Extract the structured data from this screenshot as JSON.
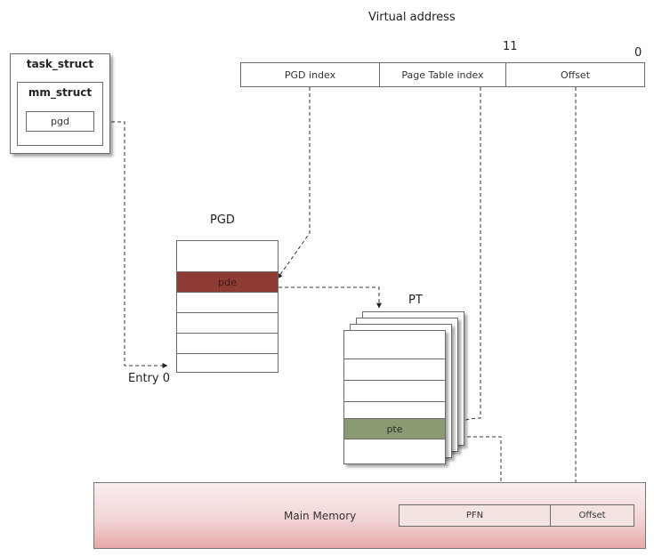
{
  "virtual_address": {
    "title": "Virtual address",
    "bit_high": "11",
    "bit_low": "0",
    "fields": [
      "PGD index",
      "Page Table index",
      "Offset"
    ]
  },
  "task": {
    "task_struct": "task_struct",
    "mm_struct": "mm_struct",
    "pgd": "pgd"
  },
  "pgd_table": {
    "title": "PGD",
    "entry": "pde",
    "entry0": "Entry 0"
  },
  "pt_table": {
    "title": "PT",
    "entry": "pte"
  },
  "memory": {
    "label": "Main Memory",
    "pfn": "PFN",
    "offset": "Offset"
  },
  "colors": {
    "pde": "#8e3b34",
    "pte": "#8a9a72",
    "memory_top": "#f8eeee",
    "memory_bottom": "#e7a9a9",
    "memory_cells": "#f3e4e2"
  }
}
